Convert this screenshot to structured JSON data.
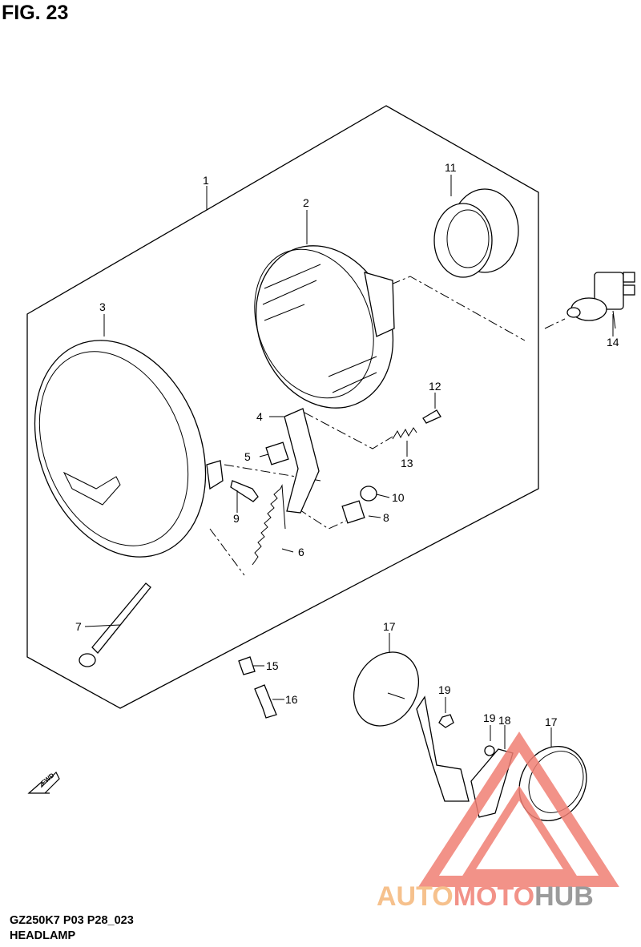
{
  "figure": {
    "title": "FIG. 23",
    "code": "GZ250K7 P03 P28_023",
    "name": "HEADLAMP"
  },
  "callouts": [
    {
      "id": "1",
      "label": "1"
    },
    {
      "id": "2",
      "label": "2"
    },
    {
      "id": "3",
      "label": "3"
    },
    {
      "id": "4",
      "label": "4"
    },
    {
      "id": "5",
      "label": "5"
    },
    {
      "id": "6",
      "label": "6"
    },
    {
      "id": "7",
      "label": "7"
    },
    {
      "id": "8",
      "label": "8"
    },
    {
      "id": "9",
      "label": "9"
    },
    {
      "id": "10",
      "label": "10"
    },
    {
      "id": "11",
      "label": "11"
    },
    {
      "id": "12",
      "label": "12"
    },
    {
      "id": "13",
      "label": "13"
    },
    {
      "id": "14",
      "label": "14"
    },
    {
      "id": "15",
      "label": "15"
    },
    {
      "id": "16",
      "label": "16"
    },
    {
      "id": "17a",
      "label": "17"
    },
    {
      "id": "17b",
      "label": "17"
    },
    {
      "id": "18",
      "label": "18"
    },
    {
      "id": "19a",
      "label": "19"
    },
    {
      "id": "19b",
      "label": "19"
    }
  ],
  "fwd_arrow": {
    "label": "FWD"
  },
  "watermark": {
    "part1": "AUTO",
    "part2": "MOTO",
    "part3": "HUB",
    "colors": {
      "orange": "#f5b77a",
      "red": "#f07f74",
      "gray": "#8a8a8a"
    }
  }
}
